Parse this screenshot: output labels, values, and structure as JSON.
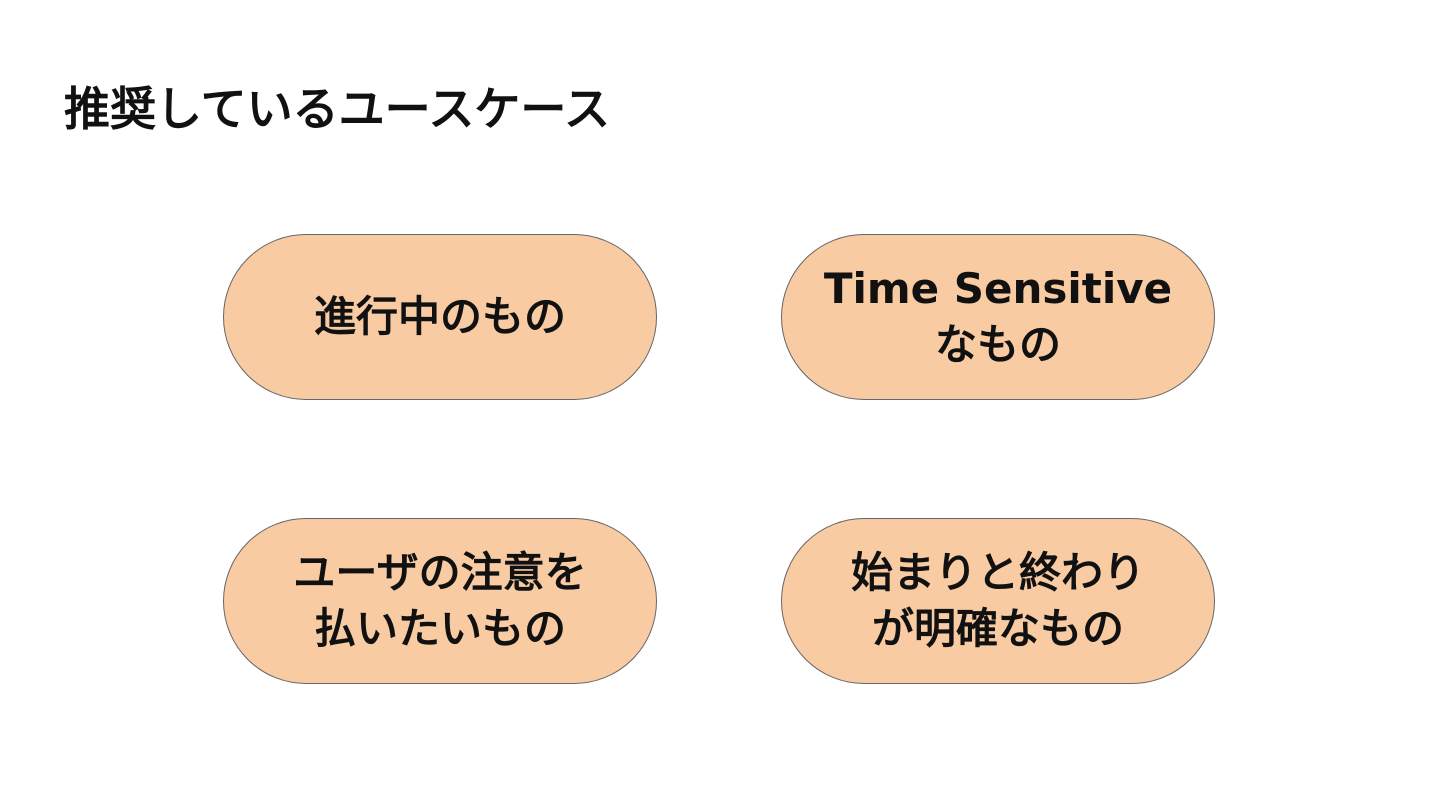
{
  "slide": {
    "title": "推奨しているユースケース"
  },
  "cards": [
    {
      "lines": [
        "進行中のもの"
      ]
    },
    {
      "lines": [
        "Time Sensitive",
        "なもの"
      ]
    },
    {
      "lines": [
        "ユーザの注意を",
        "払いたいもの"
      ]
    },
    {
      "lines": [
        "始まりと終わり",
        "が明確なもの"
      ]
    }
  ],
  "colors": {
    "card_fill": "#f8cba3",
    "card_border": "#666666",
    "text": "#111111",
    "background": "#ffffff"
  }
}
